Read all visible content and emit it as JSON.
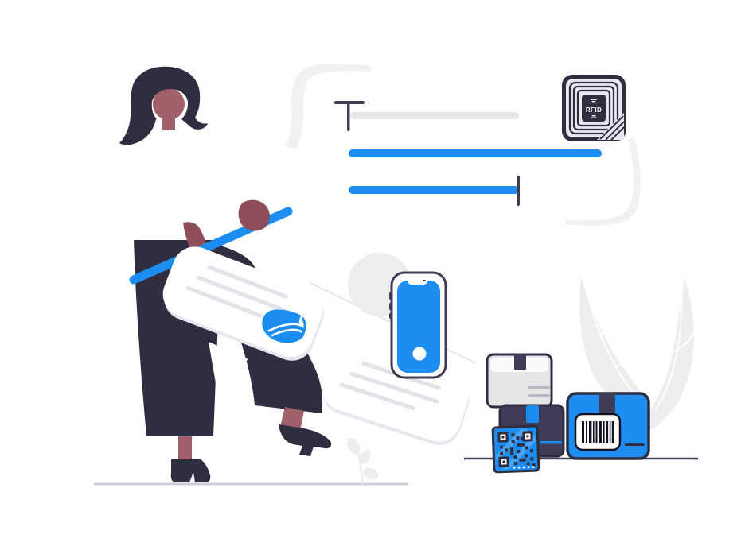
{
  "rfid_chip": {
    "label": "RFID"
  },
  "colors": {
    "accent_blue": "#1E8DF2",
    "accent_blue_light": "#6AB4F7",
    "dark_navy": "#2F2E41",
    "outline_navy": "#3F3D56",
    "skin": "#A0616A",
    "skin_shadow": "#8E4E59",
    "card_white": "#FFFFFF",
    "card_shadow": "#E7E7ED",
    "placeholder_line": "#E2E2E8",
    "light_gray": "#E6E6E6",
    "pale_gray": "#EDEDF0",
    "swoosh_gray": "#F1F1F4",
    "ground_light": "#CFCFD7",
    "thin_line": "#E4E4EA",
    "sprout_gray": "#ECECF1",
    "chip_face": "#E8E8F0",
    "barcode_black": "#121222"
  },
  "icons": {
    "rfid_chip": "concentric-square-antenna-chip",
    "barcode": "vertical-bars-label",
    "qr_code": "qr-matrix-label",
    "book_logo": "blue-book-pages",
    "smartphone": "phone-with-blue-screen"
  }
}
